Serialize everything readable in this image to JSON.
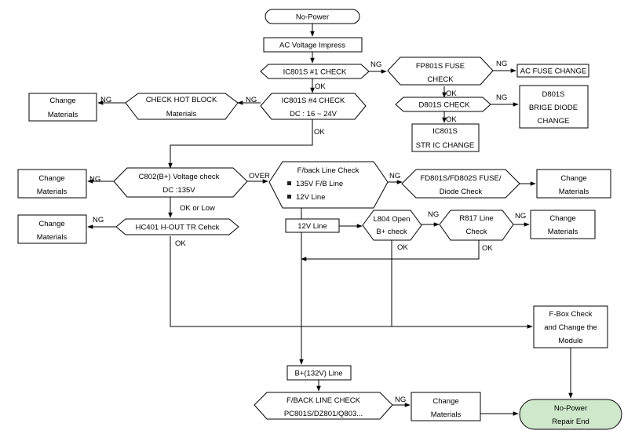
{
  "nodes": {
    "start": [
      "No-Power"
    ],
    "ac_voltage": [
      "AC Voltage Impress"
    ],
    "ic801s_1": [
      "IC801S #1 CHECK"
    ],
    "fp801s": [
      "FP801S FUSE",
      "CHECK"
    ],
    "ac_fuse": [
      "AC FUSE CHANGE"
    ],
    "d801s_check": [
      "D801S CHECK"
    ],
    "d801s_bridge": [
      "D801S",
      "BRIGE DIODE",
      "CHANGE"
    ],
    "ic801s_str": [
      "IC801S",
      "STR IC CHANGE"
    ],
    "ic801s_4": [
      "IC801S #4 CHECK",
      "DC : 16 ~ 24V"
    ],
    "hot_block": [
      "CHECK HOT BLOCK",
      "Materials"
    ],
    "change_1": [
      "Change",
      "Materials"
    ],
    "c802": [
      "C802(B+) Voltage check",
      "DC :135V"
    ],
    "change_2": [
      "Change",
      "Materials"
    ],
    "fback": [
      "F/back Line Check",
      "135V F/B Line",
      "12V Line"
    ],
    "fd801s": [
      "FD801S/FD802S FUSE/",
      "Diode Check"
    ],
    "change_3": [
      "Change",
      "Materials"
    ],
    "hc401": [
      "HC401 H-OUT TR Cehck"
    ],
    "change_4": [
      "Change",
      "Materials"
    ],
    "line_12v": [
      "12V Line"
    ],
    "l804": [
      "L804 Open",
      "B+ check"
    ],
    "r817": [
      "R817 Line",
      "Check"
    ],
    "change_5": [
      "Change",
      "Materials"
    ],
    "fbox": [
      "F-Box Check",
      "and Change the",
      "Module"
    ],
    "bplus": [
      "B+(132V) Line"
    ],
    "fback_final": [
      "F/BACK LINE CHECK",
      "PC801S/DZ801/Q803..."
    ],
    "change_6": [
      "Change",
      "Materials"
    ],
    "end": [
      "No-Power",
      "Repair End"
    ]
  },
  "labels": {
    "ng": "NG",
    "ok": "OK",
    "over": "OVER",
    "ok_or_low": "OK or Low"
  },
  "colors": {
    "end_fill": "#cfe8cc",
    "bullet": "#1f1f1f"
  }
}
